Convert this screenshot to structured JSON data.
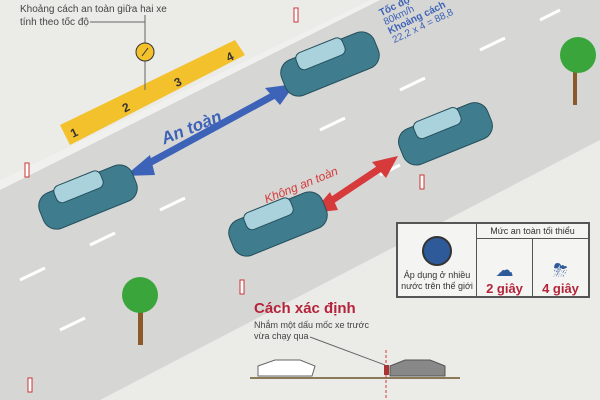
{
  "header": {
    "caption_line1": "Khoảng cách an toàn giữa hai xe",
    "caption_line2": "tính theo tốc độ"
  },
  "ruler": {
    "marks": [
      "1",
      "2",
      "3",
      "4"
    ]
  },
  "formula": {
    "line1": "Tốc độ",
    "line2": "80km/h",
    "line3": "Khoảng cách",
    "line4": "22,2 x 4 = 88,8"
  },
  "labels": {
    "safe": "An toàn",
    "unsafe": "Không an toàn"
  },
  "info_box": {
    "world_text": "Áp dụng ở nhiều nước trên thế giới",
    "header": "Mức an toàn tối thiểu",
    "clear": "2 giây",
    "rain": "4 giây"
  },
  "method": {
    "title": "Cách xác định",
    "desc_line1": "Nhắm một dấu mốc xe trước",
    "desc_line2": "vừa chạy qua"
  },
  "colors": {
    "safe": "#3d63b8",
    "unsafe": "#d63a3a",
    "car": "#3f7d8e",
    "ruler": "#f3c12b",
    "accent": "#b5233a"
  }
}
